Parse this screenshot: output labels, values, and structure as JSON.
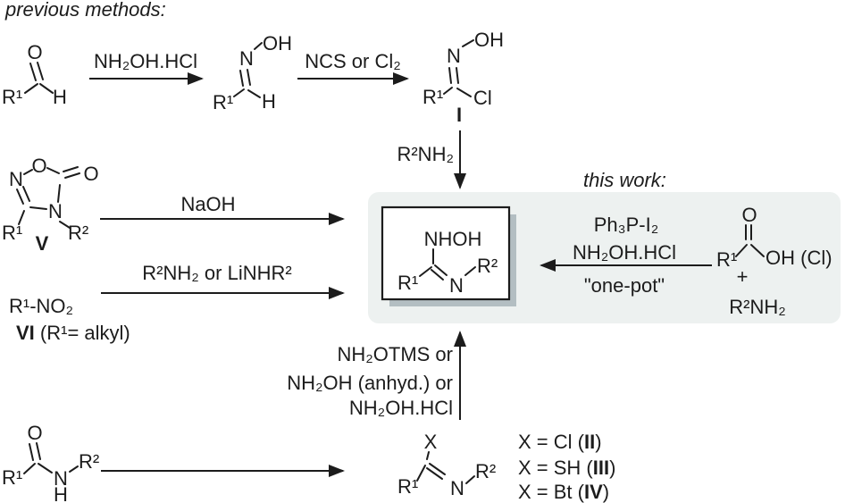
{
  "titles": {
    "previous": "previous methods:",
    "this_work": "this work:"
  },
  "row1": {
    "arrow_nh2oh_label": "NH₂OH.HCl",
    "arrow_ncs_label": "NCS or Cl₂",
    "aldehyde": {
      "O": "O",
      "R1": "R¹",
      "H": "H"
    },
    "oxime": {
      "N": "N",
      "OH": "OH",
      "R1": "R¹",
      "H": "H"
    },
    "chloride": {
      "N": "N",
      "OH": "OH",
      "R1": "R¹",
      "Cl": "Cl",
      "label": "I"
    },
    "amine_label": "R²NH₂"
  },
  "row2": {
    "arrow_naoh_label": "NaOH",
    "oxadiazolone": {
      "O1": "O",
      "N2": "N",
      "N4": "N",
      "O_exo": "O",
      "R1": "R¹",
      "R2": "R²",
      "label": "V"
    },
    "arrow_amine_label": "R²NH₂ or LiNHR²",
    "nitro_formula": "R¹-NO₂",
    "nitro_label_bold": "VI",
    "nitro_label_rest": " (R¹= alkyl)"
  },
  "product": {
    "NHOH": "NHOH",
    "R1": "R¹",
    "N": "N",
    "R2": "R²"
  },
  "this_work_arrow": {
    "line1": "Ph₃P-I₂",
    "line2": "NH₂OH.HCl",
    "line3": "\"one-pot\""
  },
  "acid": {
    "O": "O",
    "R1": "R¹",
    "OH_Cl": "OH (Cl)",
    "plus": "+",
    "amine": "R²NH₂"
  },
  "up_arrow": {
    "line1": "NH₂OTMS or",
    "line2": "NH₂OH (anhyd.) or",
    "line3": "NH₂OH.HCl"
  },
  "amide": {
    "O": "O",
    "R1": "R¹",
    "N": "N",
    "H": "H",
    "R2": "R²"
  },
  "imine": {
    "X": "X",
    "R1": "R¹",
    "N": "N",
    "R2": "R²"
  },
  "x_legend": [
    {
      "prefix": "X = Cl (",
      "numeral": "II",
      "suffix": ")"
    },
    {
      "prefix": "X = SH (",
      "numeral": "III",
      "suffix": ")"
    },
    {
      "prefix": "X = Bt (",
      "numeral": "IV",
      "suffix": ")"
    }
  ],
  "colors": {
    "panel": "#edf1f0",
    "box_shadow": "#b3bec2",
    "box_fill": "#ffffff",
    "ink": "#1c1c1c",
    "background": "#ffffff"
  }
}
